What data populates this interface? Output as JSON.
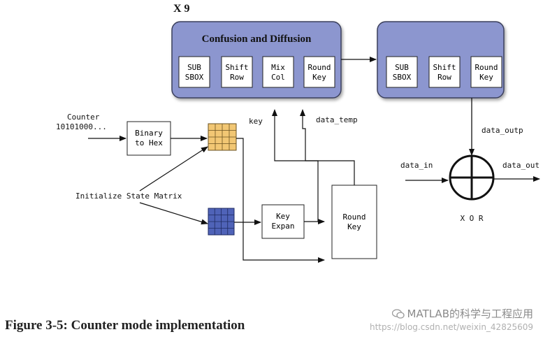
{
  "repeat_label": "X 9",
  "round_block": {
    "title": "Confusion and Diffusion",
    "sub_sbox": [
      "SUB",
      "SBOX"
    ],
    "shift_row": [
      "Shift",
      "Row"
    ],
    "mix_col": [
      "Mix",
      "Col"
    ],
    "round_key": [
      "Round",
      "Key"
    ]
  },
  "final_block": {
    "sub_sbox": [
      "SUB",
      "SBOX"
    ],
    "shift_row": [
      "Shift",
      "Row"
    ],
    "round_key": [
      "Round",
      "Key"
    ]
  },
  "counter": [
    "Counter",
    "10101000..."
  ],
  "binary_to_hex": [
    "Binary",
    "to Hex"
  ],
  "init_state": "Initialize State Matrix",
  "key_expan": [
    "Key",
    "Expan"
  ],
  "round_key_box": [
    "Round",
    "Key"
  ],
  "signals": {
    "key": "key",
    "data_temp": "data_temp",
    "data_outp": "data_outp",
    "data_in": "data_in",
    "data_out": "data_out"
  },
  "xor_label": "X O R",
  "caption": "Figure 3-5: Counter mode implementation",
  "watermark": {
    "brand": "MATLAB的科学与工程应用",
    "url": "https://blog.csdn.net/weixin_42825609"
  },
  "colors": {
    "block_fill": "#8c96cf",
    "block_border": "#3b3f5c",
    "state_matrix_fill": "#f2c774",
    "key_matrix_fill": "#4f63b8"
  }
}
